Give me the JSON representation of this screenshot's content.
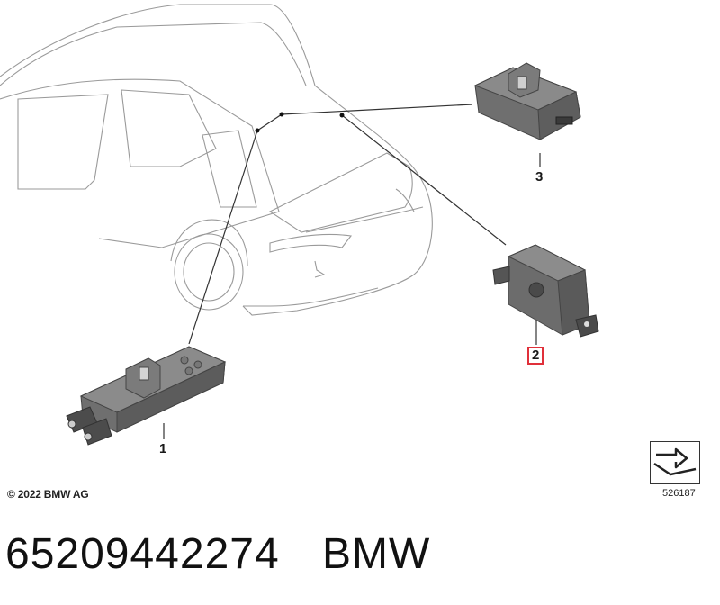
{
  "callouts": [
    {
      "id": "1",
      "label": "1",
      "highlighted": false
    },
    {
      "id": "2",
      "label": "2",
      "highlighted": true
    },
    {
      "id": "3",
      "label": "3",
      "highlighted": false
    }
  ],
  "copyright": "© 2022 BMW AG",
  "diagram_id": "526187",
  "part_number": "65209442274",
  "brand": "BMW",
  "colors": {
    "highlight": "#e0303a",
    "part_fill": "#6e6e6e",
    "line": "#333333"
  },
  "icons": {
    "nav": "diagram-navigation-arrow-icon"
  }
}
